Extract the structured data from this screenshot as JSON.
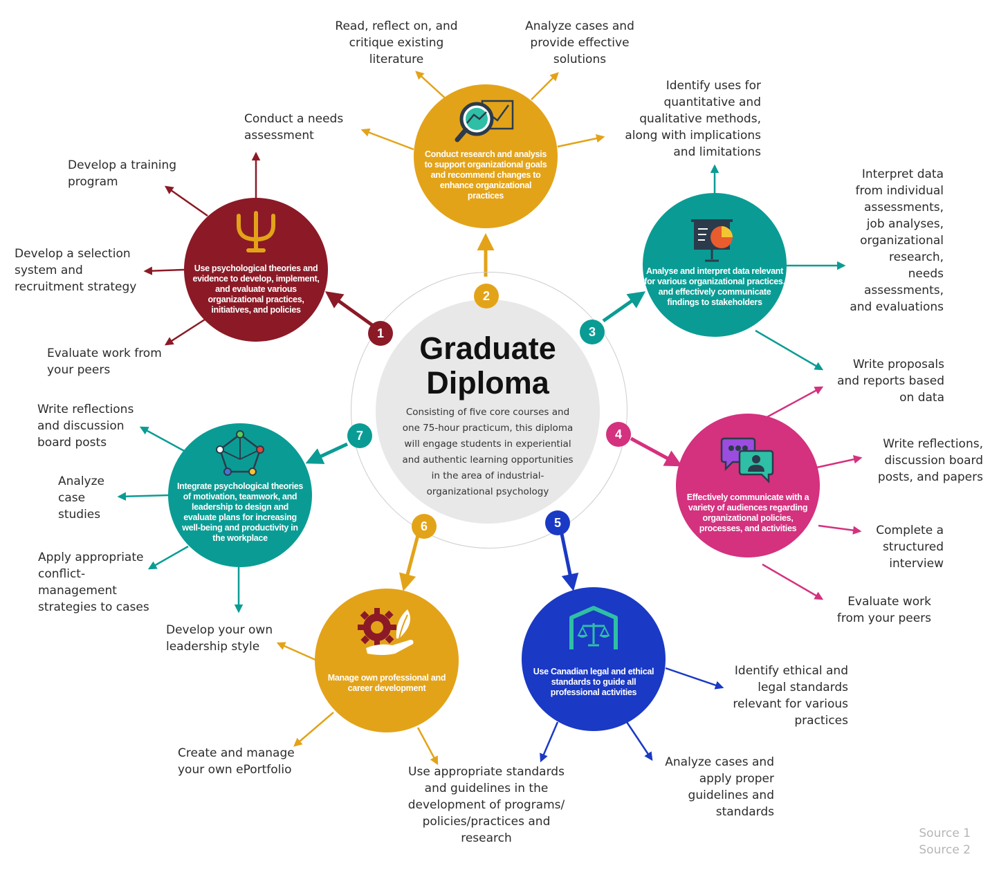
{
  "colors": {
    "maroon": "#8B1A26",
    "gold": "#E3A319",
    "teal": "#0A9C94",
    "magenta": "#D4317F",
    "blue": "#1A39C4",
    "center_fill": "#E8E8E8"
  },
  "center": {
    "title": "Graduate\nDiploma",
    "description": "Consisting of five core courses and one 75-hour practicum, this diploma will engage students in experiential and authentic learning opportunities in the area of industrial-organizational psychology"
  },
  "nodes": [
    {
      "number": "1",
      "color": "maroon",
      "icon": "psi-icon",
      "text": "Use psychological theories and evidence to develop, implement, and evaluate various organizational practices, initiatives, and policies"
    },
    {
      "number": "2",
      "color": "gold",
      "icon": "magnifier-chart-icon",
      "text": "Conduct research and analysis to support organizational goals and recommend changes to enhance organizational practices"
    },
    {
      "number": "3",
      "color": "teal",
      "icon": "presentation-chart-icon",
      "text": "Analyse and interpret data relevant for various organizational practices, and effectively communicate findings to stakeholders"
    },
    {
      "number": "4",
      "color": "magenta",
      "icon": "chat-bubbles-icon",
      "text": "Effectively communicate with a variety of audiences regarding organizational policies, processes, and activities"
    },
    {
      "number": "5",
      "color": "blue",
      "icon": "scales-of-justice-icon",
      "text": "Use Canadian legal and ethical standards to guide all professional activities"
    },
    {
      "number": "6",
      "color": "gold",
      "icon": "gear-hand-plant-icon",
      "text": "Manage own professional and career development"
    },
    {
      "number": "7",
      "color": "teal",
      "icon": "network-pentagon-icon",
      "text": "Integrate psychological theories of motivation, teamwork, and leadership to design and evaluate plans for increasing well-being and productivity in the workplace"
    }
  ],
  "outcomes": {
    "n1": [
      "Conduct a needs\nassessment",
      "Develop a training\nprogram",
      "Develop a selection\nsystem and\nrecruitment strategy",
      "Evaluate work from\nyour peers"
    ],
    "n2": [
      "Read, reflect on, and\ncritique existing\nliterature",
      "Analyze cases and\nprovide effective\nsolutions"
    ],
    "n3": [
      "Identify uses for\nquantitative and\nqualitative methods,\nalong with implications\nand limitations",
      "Interpret data\nfrom individual\nassessments,\njob analyses,\norganizational\nresearch,\nneeds\nassessments,\nand evaluations"
    ],
    "n4": [
      "Write proposals\nand reports based\non data",
      "Write reflections,\ndiscussion board\nposts, and papers",
      "Complete a\nstructured\ninterview",
      "Evaluate work\nfrom your peers"
    ],
    "n5": [
      "Identify ethical and\nlegal standards\nrelevant for various\npractices",
      "Analyze cases and\napply proper\nguidelines and\nstandards"
    ],
    "n6": [
      "Use appropriate standards\nand guidelines in the\ndevelopment of programs/\npolicies/practices and\nresearch",
      "Create and manage\nyour own ePortfolio",
      "Develop your own\nleadership style"
    ],
    "n7": [
      "Write reflections\nand discussion\nboard posts",
      "Analyze\ncase\nstudies",
      "Apply appropriate\nconflict-\nmanagement\nstrategies to cases"
    ]
  },
  "sources": [
    "Source 1",
    "Source 2"
  ]
}
